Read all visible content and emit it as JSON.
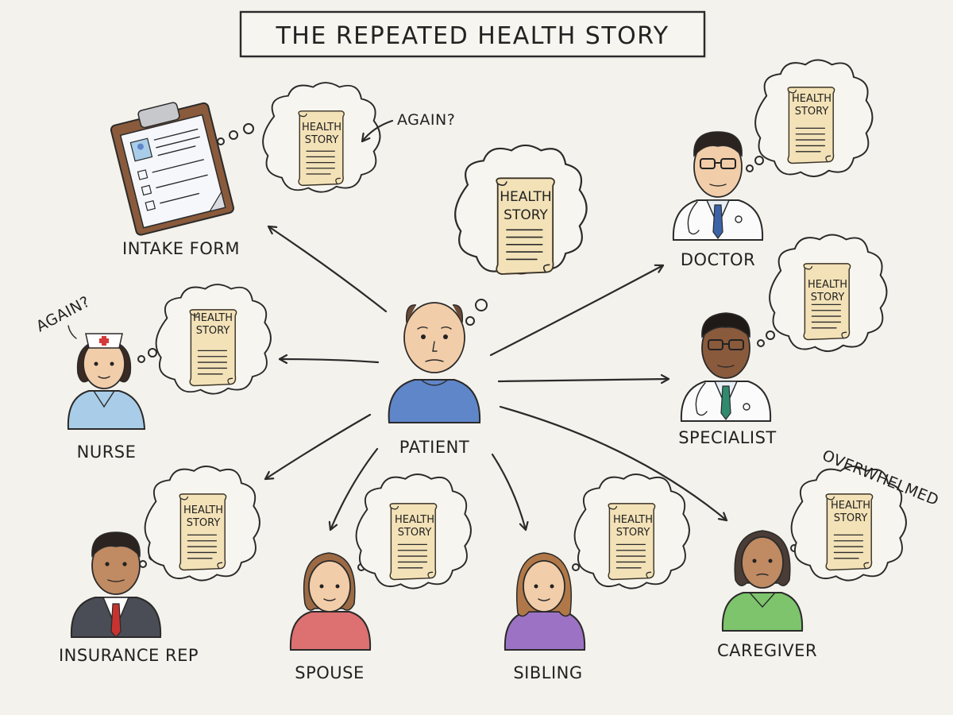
{
  "title": "THE REPEATED HEALTH STORY",
  "scroll_text": "HEALTH STORY",
  "scroll_lines": [
    "HEALTH",
    "STORY"
  ],
  "center": {
    "label": "PATIENT"
  },
  "nodes": [
    {
      "id": "intake-form",
      "label": "INTAKE FORM",
      "annotation": "AGAIN?"
    },
    {
      "id": "nurse",
      "label": "NURSE",
      "annotation": "AGAIN?"
    },
    {
      "id": "insurance-rep",
      "label": "INSURANCE REP"
    },
    {
      "id": "spouse",
      "label": "SPOUSE"
    },
    {
      "id": "sibling",
      "label": "SIBLING"
    },
    {
      "id": "caregiver",
      "label": "CAREGIVER",
      "annotation": "OVERWHELMED"
    },
    {
      "id": "specialist",
      "label": "SPECIALIST"
    },
    {
      "id": "doctor",
      "label": "DOCTOR"
    }
  ],
  "colors": {
    "background": "#f4f2ec",
    "scroll": "#f3e2b8",
    "patient_shirt": "#5f86c9",
    "nurse_uniform": "#a9cde8",
    "spouse_shirt": "#dd7070",
    "sibling_shirt": "#9c73c4",
    "caregiver_shirt": "#7dc46c",
    "doctor_tie": "#3c63a8",
    "specialist_tie": "#2f8a6e",
    "insurance_tie": "#c8332f",
    "nurse_cross": "#d33a3a"
  }
}
